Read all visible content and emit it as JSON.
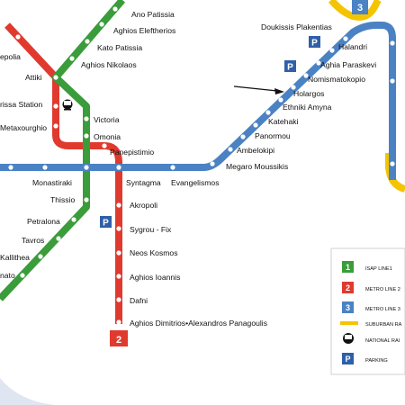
{
  "colors": {
    "line1": "#3a9c3a",
    "line2": "#e03a2f",
    "line3": "#4a82c4",
    "suburban": "#f5c400",
    "parking": "#2f5fa8"
  },
  "badges": {
    "line2": "2",
    "line3": "3"
  },
  "parking_symbol": "P",
  "stations": {
    "ano_patissia": "Ano Patissia",
    "aghios_eleftherios": "Aghios Eleftherios",
    "kato_patissia": "Kato Patissia",
    "aghios_nikolaos": "Aghios Nikolaos",
    "sepolia": "epolia",
    "attiki": "Attiki",
    "larissa": "rissa Station",
    "metaxourghio": "Metaxourghio",
    "victoria": "Victoria",
    "omonia": "Omonia",
    "panepistimio": "Panepistimio",
    "monastiraki": "Monastiraki",
    "syntagma": "Syntagma",
    "evangelismos": "Evangelismos",
    "thissio": "Thissio",
    "akropoli": "Akropoli",
    "sygrou_fix": "Sygrou - Fix",
    "petralona": "Petralona",
    "neos_kosmos": "Neos Kosmos",
    "tavros": "Tavros",
    "kallithea": "Kallithea",
    "aghios_ioannis": "Aghios Ioannis",
    "moschato": "nato",
    "dafni": "Dafni",
    "aghios_dimitrios": "Aghios Dimitrios•Alexandros Panagoulis",
    "doukissis_plakentias": "Doukissis Plakentias",
    "halandri": "Halandri",
    "aghia_paraskevi": "Aghia Paraskevi",
    "nomismatokopio": "Nomismatokopio",
    "holargos": "Holargos",
    "ethniki_amyna": "Ethniki Amyna",
    "katehaki": "Katehaki",
    "panormou": "Panormou",
    "ambelokipi": "Ambelokipi",
    "megaro_moussikis": "Megaro Moussikis"
  },
  "legend": {
    "items": [
      {
        "key": "1",
        "label": "ISAP LINE1"
      },
      {
        "key": "2",
        "label": "METRO LINE 2"
      },
      {
        "key": "3",
        "label": "METRO LINE 3"
      },
      {
        "key": "",
        "label": "SUBURBAN RA"
      },
      {
        "key": "",
        "label": "NATIONAL RAI"
      },
      {
        "key": "P",
        "label": "PARKING"
      }
    ]
  }
}
